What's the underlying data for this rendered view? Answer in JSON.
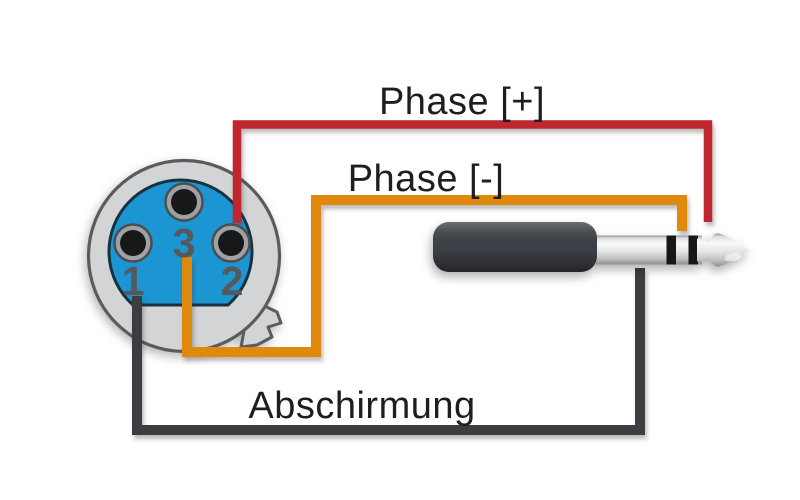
{
  "wiring": {
    "phase_plus_label": "Phase [+]",
    "phase_minus_label": "Phase [-]",
    "shield_label": "Abschirmung"
  },
  "xlr": {
    "type": "xlr-female-3pin",
    "pin1_label": "1",
    "pin2_label": "2",
    "pin3_label": "3"
  },
  "jack": {
    "type": "trs-jack-plug-stereo"
  },
  "connections": [
    {
      "from": "xlr-pin-2",
      "wire": "Phase [+]",
      "to": "jack-tip"
    },
    {
      "from": "xlr-pin-3",
      "wire": "Phase [-]",
      "to": "jack-ring"
    },
    {
      "from": "xlr-pin-1",
      "wire": "Abschirmung",
      "to": "jack-sleeve"
    }
  ],
  "colors": {
    "phase_plus_wire": "#c0272e",
    "phase_minus_wire": "#e0890f",
    "shield_wire": "#3b3d40",
    "xlr_body": "#d2d4d5",
    "xlr_body_outline": "#595b5e",
    "xlr_face": "#1e96d3",
    "xlr_face_outline": "#143240",
    "jack_handle": "#3c3f45",
    "pin_core": "#17181a",
    "pin_ring": "#9fa1a4",
    "label_text": "#1e1e20",
    "pin_label_text": "#56585a"
  }
}
